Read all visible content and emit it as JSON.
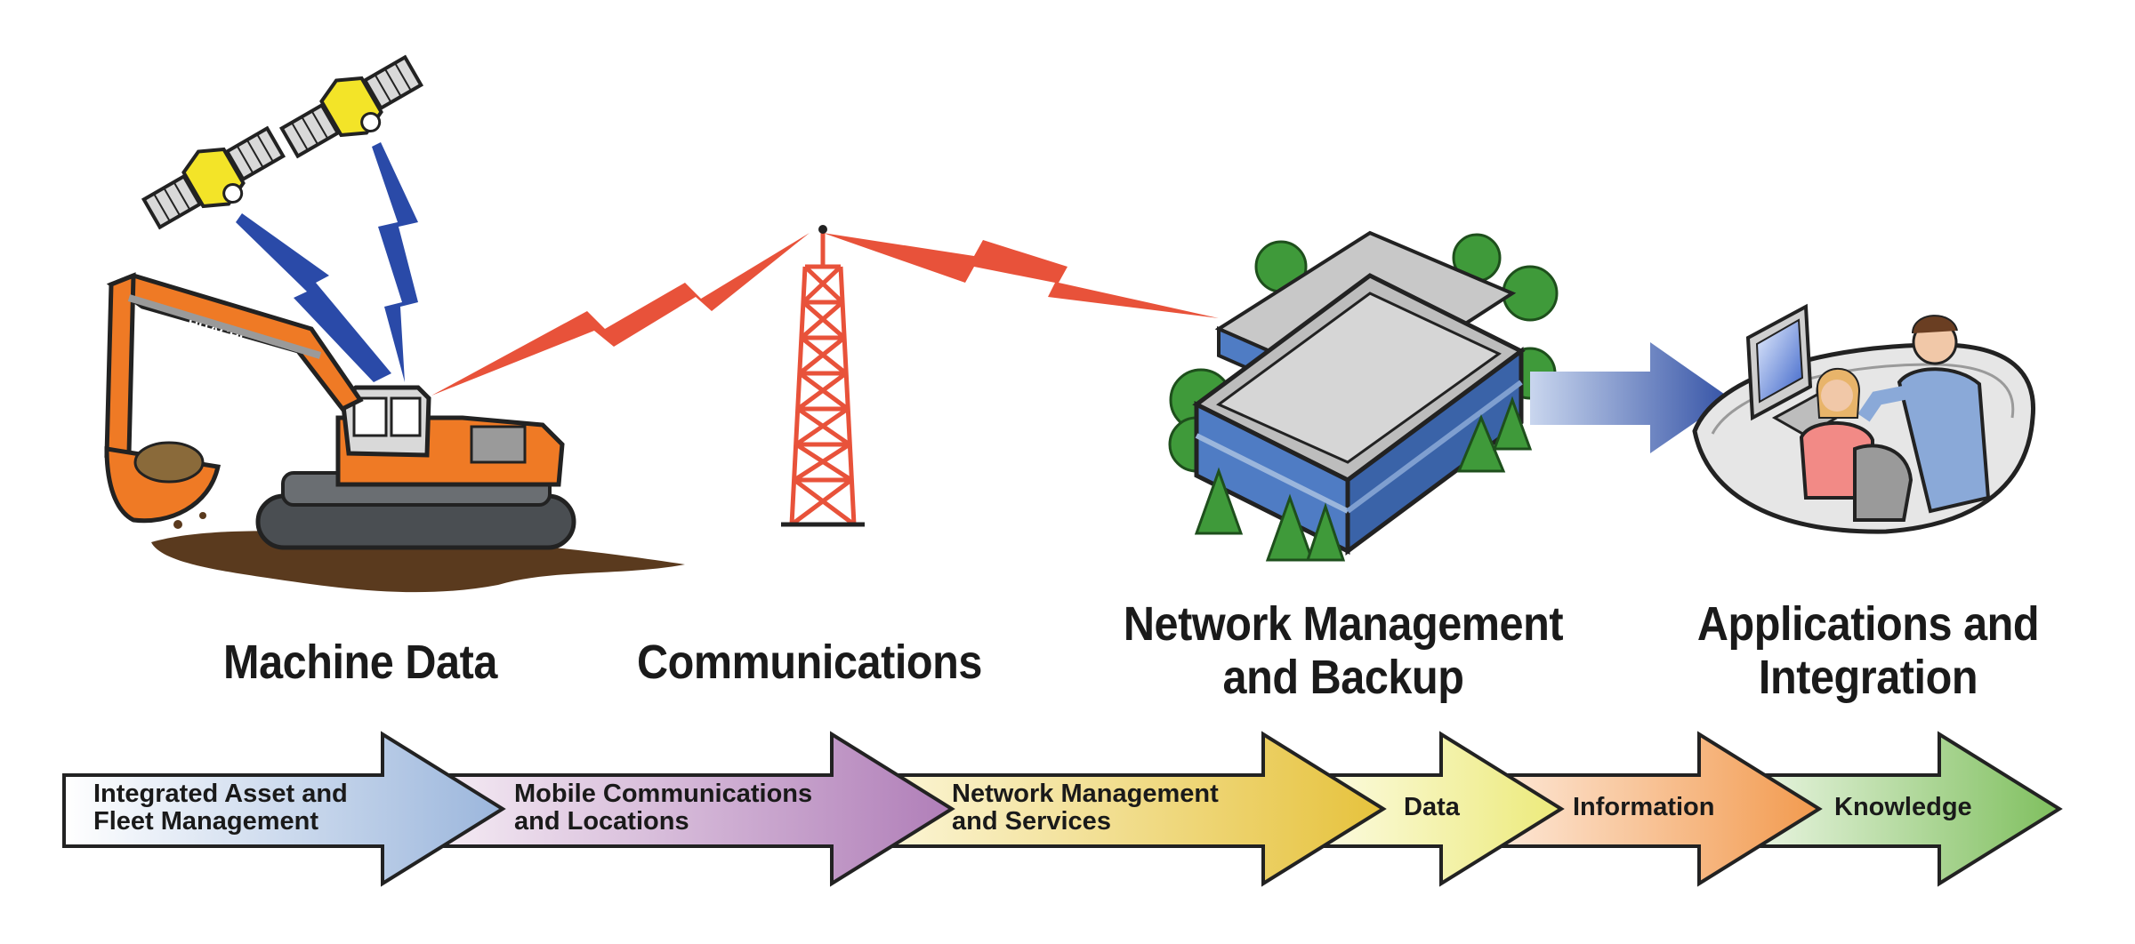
{
  "stages": {
    "machine": {
      "title": "Machine Data"
    },
    "communications": {
      "title": "Communications"
    },
    "network": {
      "line1": "Network Management",
      "line2": "and Backup"
    },
    "applications": {
      "line1": "Applications and",
      "line2": "Integration"
    }
  },
  "illustrations": {
    "excavator_brand": "HITACHI"
  },
  "flow": [
    {
      "line1": "Integrated Asset and",
      "line2": "Fleet Management",
      "color": "#9bb6dc"
    },
    {
      "line1": "Mobile Communications",
      "line2": "and Locations",
      "color": "#b07eb8"
    },
    {
      "line1": "Network Management",
      "line2": "and Services",
      "color": "#e6c23c"
    },
    {
      "line1": "Data",
      "line2": "",
      "color": "#ecea7a"
    },
    {
      "line1": "Information",
      "line2": "",
      "color": "#f29a4e"
    },
    {
      "line1": "Knowledge",
      "line2": "",
      "color": "#7fbf5e"
    }
  ],
  "colors": {
    "signal_red": "#e8523a",
    "signal_blue": "#2a4aa8",
    "excavator_orange": "#ef7a25",
    "satellite_yellow": "#f3e428",
    "building_blue": "#4f7cc4",
    "tree_green": "#3f9a3a"
  }
}
